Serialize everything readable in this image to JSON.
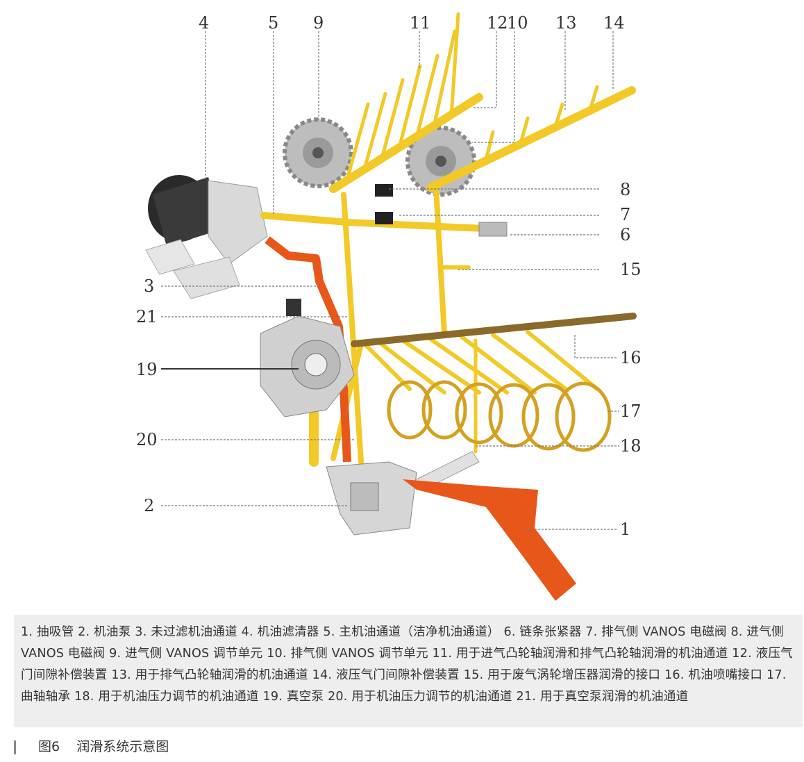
{
  "diagram": {
    "labels": [
      "1",
      "2",
      "3",
      "4",
      "5",
      "6",
      "7",
      "8",
      "9",
      "10",
      "11",
      "12",
      "13",
      "14",
      "15",
      "16",
      "17",
      "18",
      "19",
      "20",
      "21"
    ]
  },
  "caption": {
    "text": "1. 抽吸管  2. 机油泵  3. 未过滤机油通道  4. 机油滤清器  5. 主机油通道（洁净机油通道） 6. 链条张紧器  7. 排气侧 VANOS 电磁阀  8. 进气侧 VANOS 电磁阀  9. 进气侧 VANOS 调节单元  10. 排气侧 VANOS 调节单元  11. 用于进气凸轮轴润滑和排气凸轮轴润滑的机油通道  12. 液压气门间隙补偿装置  13. 用于排气凸轮轴润滑的机油通道  14. 液压气门间隙补偿装置  15. 用于废气涡轮增压器润滑的接口  16. 机油喷嘴接口  17. 曲轴轴承  18. 用于机油压力调节的机油通道  19. 真空泵  20. 用于机油压力调节的机油通道  21. 用于真空泵润滑的机油通道"
  },
  "figure": {
    "number": "图6",
    "title": "润滑系统示意图"
  },
  "colors": {
    "oil_yellow": "#f2c926",
    "oil_orange": "#e8571a",
    "gallery_brown": "#8a6a2a",
    "metal": "#d8d8d8",
    "caption_bg": "#eeeeee"
  }
}
